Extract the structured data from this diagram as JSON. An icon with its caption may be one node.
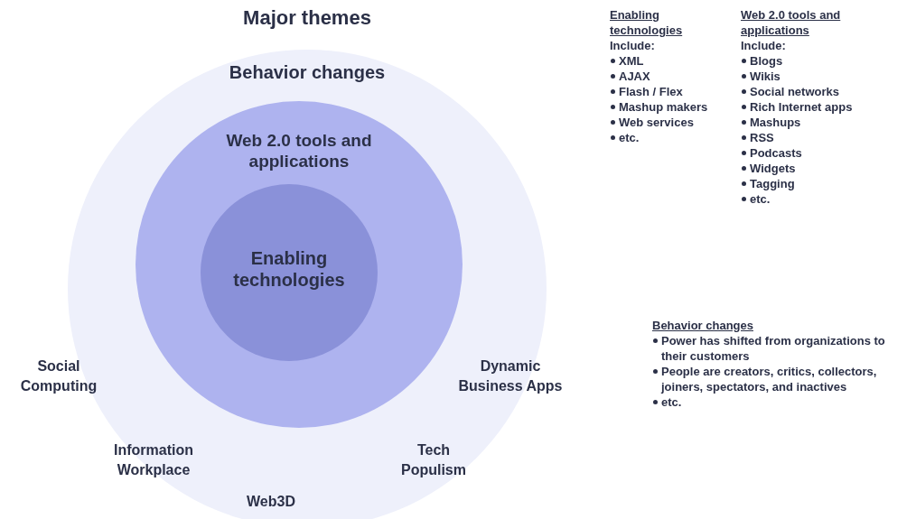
{
  "diagram": {
    "nodes": [
      {
        "text": [
          "Major themes",
          "Behavior changes"
        ]
      },
      {
        "text": [
          "Web 2.0 tools and applications"
        ],
        "in": 0
      },
      {
        "text": [
          "Enabling technologies"
        ],
        "in": 1
      }
    ],
    "labels": [
      "Enabling technologies",
      "Include:",
      "XML",
      "AJAX",
      "Flash / Flex",
      "Mashup makers",
      "Web services",
      "etc.",
      "Web 2.0 tools and applications",
      "Include:",
      "Blogs",
      "Wikis",
      "Social networks",
      "Rich Internet apps",
      "Mashups",
      "RSS",
      "Podcasts",
      "Widgets",
      "Tagging",
      "etc.",
      "Behavior changes",
      "Power has shifted from organizations to their customers",
      "People are creators, critics, collectors, joiners, spectators, and inactives",
      "etc.",
      "Social Computing",
      "Dynamic Business Apps",
      "Information Workplace",
      "Tech Populism",
      "Web3D"
    ]
  }
}
